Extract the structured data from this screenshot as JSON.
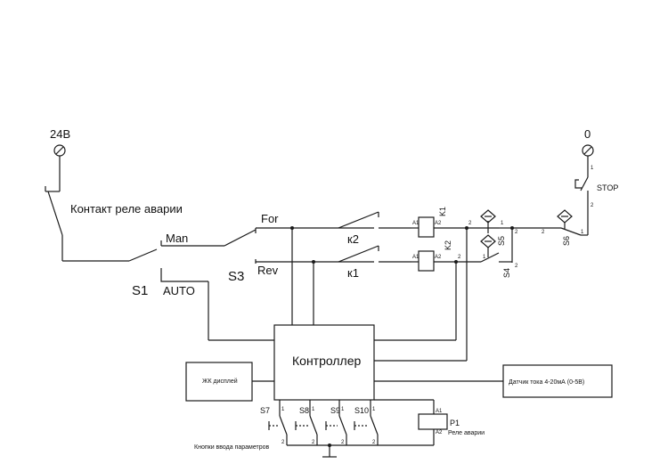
{
  "terminals": {
    "supply": "24В",
    "ground": "0"
  },
  "labels": {
    "alarm_contact": "Контакт реле аварии",
    "selector_name": "S1",
    "selector_man": "Man",
    "selector_auto": "AUTO",
    "reverse_name": "S3",
    "reverse_for": "For",
    "reverse_rev": "Rev",
    "interlock_k2": "к2",
    "interlock_k1": "к1",
    "stop": "STOP",
    "relay_name": "P1",
    "relay_desc": "Реле аварии",
    "buttons_caption": "Кнопки ввода параметров"
  },
  "blocks": {
    "controller": "Контроллер",
    "display": "ЖК дисплей",
    "sensor": "Датчик тока 4-20мА (0-5В)"
  },
  "coils": [
    {
      "name": "K1",
      "pin1": "A1",
      "pin2": "A2"
    },
    {
      "name": "K2",
      "pin1": "A1",
      "pin2": "A2"
    }
  ],
  "limit_switches": [
    {
      "name": "S5",
      "pin1": "1",
      "pin2": "2"
    },
    {
      "name": "S4",
      "pin1": "1",
      "pin2": "2"
    },
    {
      "name": "S6",
      "pin1": "2",
      "pin2": "1"
    }
  ],
  "stop_pins": {
    "top": "1",
    "bottom": "2"
  },
  "controller_pins": {
    "k1": "2",
    "k2": "2"
  },
  "buttons": [
    {
      "name": "S7",
      "pin1": "1",
      "pin2": "2"
    },
    {
      "name": "S8",
      "pin1": "1",
      "pin2": "2"
    },
    {
      "name": "S9",
      "pin1": "1",
      "pin2": "2"
    },
    {
      "name": "S10",
      "pin1": "1",
      "pin2": "2"
    }
  ],
  "relay_pins": {
    "a1": "A1",
    "a2": "A2"
  }
}
